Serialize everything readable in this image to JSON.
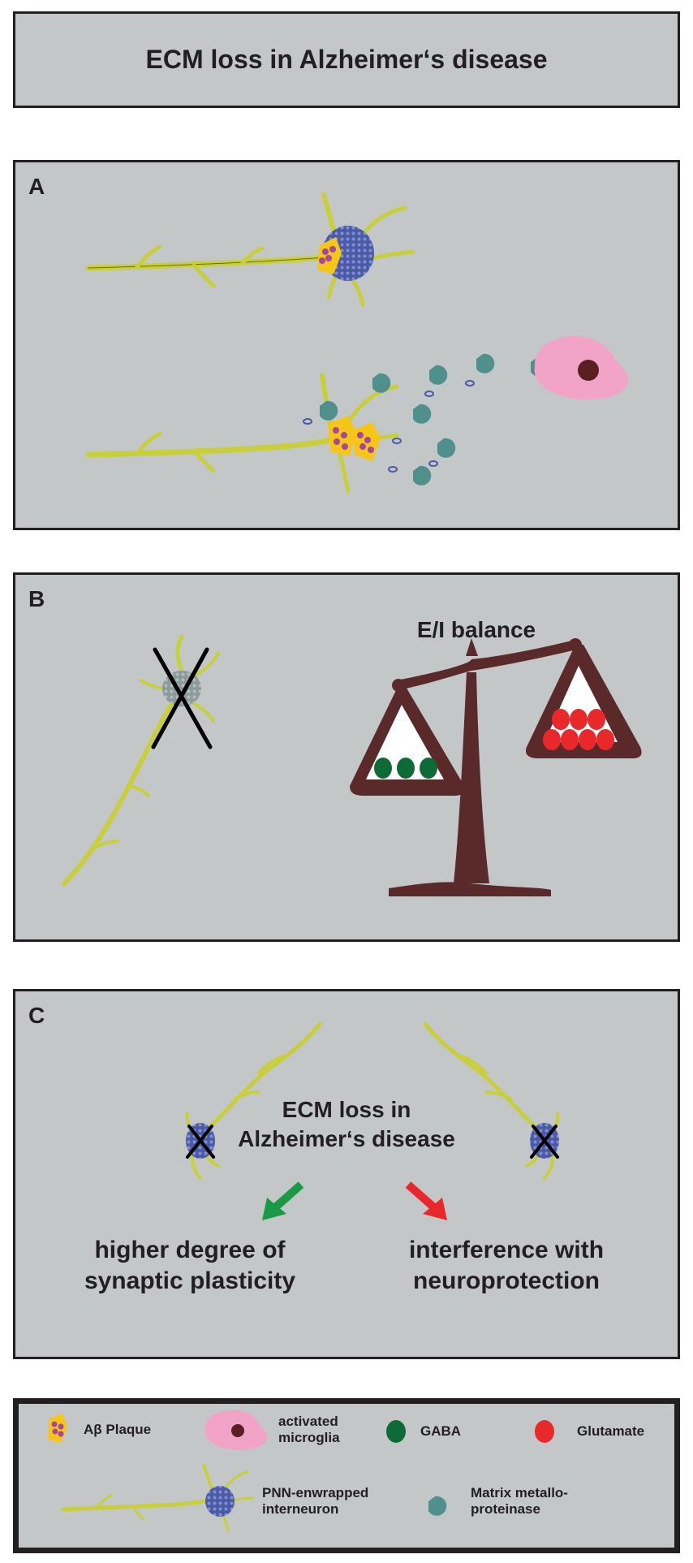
{
  "title": "ECM loss in Alzheimer‘s disease",
  "panel_a": {
    "label": "A"
  },
  "panel_b": {
    "label": "B",
    "balance_title": "E/I balance"
  },
  "panel_c": {
    "label": "C",
    "center_text_line1": "ECM loss in",
    "center_text_line2": "Alzheimer‘s disease",
    "left_text_line1": "higher degree of",
    "left_text_line2": "synaptic plasticity",
    "right_text_line1": "interference with",
    "right_text_line2": "neuroprotection"
  },
  "legend": {
    "plaque": "Aβ Plaque",
    "microglia_line1": "activated",
    "microglia_line2": "microglia",
    "gaba": "GABA",
    "glutamate": "Glutamate",
    "pnn_line1": "PNN-enwrapped",
    "pnn_line2": "interneuron",
    "mmp_line1": "Matrix metallo-",
    "mmp_line2": "proteinase"
  },
  "colors": {
    "background": "#c4c7c8",
    "neuron": "#c8cf3a",
    "pnn": "#4a5aa8",
    "plaque_yellow": "#f5c518",
    "plaque_dot": "#a8479a",
    "microglia": "#f2a3c8",
    "microglia_nucleus": "#5a1f22",
    "mmp": "#4f8f8c",
    "gaba": "#0f6b35",
    "glutamate": "#e8282b",
    "scale": "#5a2a2a",
    "arrow_green": "#1a9a45",
    "arrow_red": "#e8282b"
  }
}
